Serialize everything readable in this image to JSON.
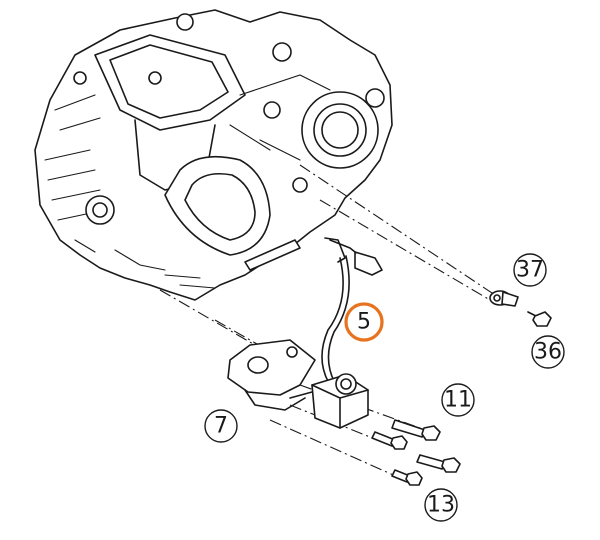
{
  "callouts": [
    {
      "id": "c37",
      "label": "37",
      "highlighted": false
    },
    {
      "id": "c5",
      "label": "5",
      "highlighted": true
    },
    {
      "id": "c36",
      "label": "36",
      "highlighted": false
    },
    {
      "id": "c11",
      "label": "11",
      "highlighted": false
    },
    {
      "id": "c7",
      "label": "7",
      "highlighted": false
    },
    {
      "id": "c13",
      "label": "13",
      "highlighted": false
    }
  ],
  "colors": {
    "line": "#1a1a1a",
    "highlight": "#e8731e",
    "background": "#ffffff"
  }
}
